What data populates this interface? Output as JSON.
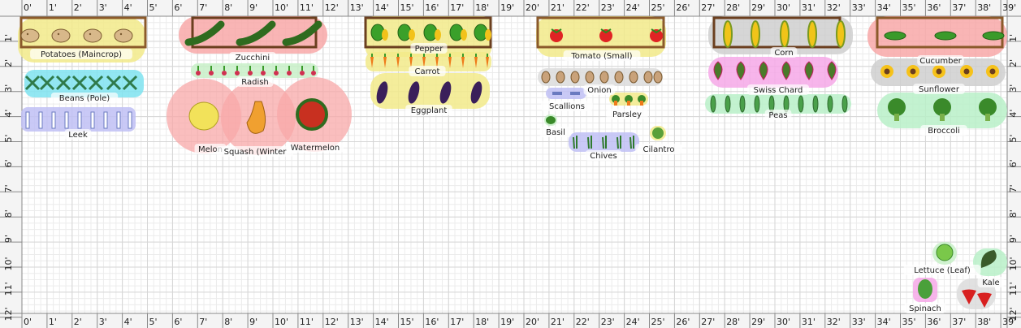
{
  "ruler": {
    "feet_x": [
      "0'",
      "1'",
      "2'",
      "3'",
      "4'",
      "5'",
      "6'",
      "7'",
      "8'",
      "9'",
      "10'",
      "11'",
      "12'",
      "13'",
      "14'",
      "15'",
      "16'",
      "17'",
      "18'",
      "19'",
      "20'",
      "21'",
      "22'",
      "23'",
      "24'",
      "25'",
      "26'",
      "27'",
      "28'",
      "29'",
      "30'",
      "31'",
      "32'",
      "33'",
      "34'",
      "35'",
      "36'",
      "37'",
      "38'",
      "39'"
    ],
    "feet_y": [
      "1'",
      "2'",
      "3'",
      "4'",
      "5'",
      "6'",
      "7'",
      "8'",
      "9'",
      "10'",
      "11'",
      "12'"
    ]
  },
  "beds": [
    {
      "name": "bed-potatoes",
      "color": "#8b5a2b"
    },
    {
      "name": "bed-zucchini",
      "color": "#6b3f1f"
    },
    {
      "name": "bed-pepper",
      "color": "#6b3f1f"
    },
    {
      "name": "bed-tomato",
      "color": "#8b5a2b"
    },
    {
      "name": "bed-corn",
      "color": "#6b3f1f"
    },
    {
      "name": "bed-cucumber",
      "color": "#8b5a2b"
    }
  ],
  "plants": [
    {
      "id": "potatoes",
      "label": "Potatoes (Maincrop)",
      "icon": "potato-icon",
      "area": "#f2ea8a"
    },
    {
      "id": "zucchini",
      "label": "Zucchini",
      "icon": "zucchini-icon",
      "area": "#f8a8a8"
    },
    {
      "id": "pepper",
      "label": "Pepper",
      "icon": "pepper-icon",
      "area": "#f2ea8a"
    },
    {
      "id": "tomato",
      "label": "Tomato (Small)",
      "icon": "tomato-icon",
      "area": "#f2ea8a"
    },
    {
      "id": "corn",
      "label": "Corn",
      "icon": "corn-icon",
      "area": "#cfcfcf"
    },
    {
      "id": "cucumber",
      "label": "Cucumber",
      "icon": "cucumber-icon",
      "area": "#f8a8a8"
    },
    {
      "id": "beans",
      "label": "Beans (Pole)",
      "icon": "bean-icon",
      "area": "#7fe3f0"
    },
    {
      "id": "radish",
      "label": "Radish",
      "icon": "radish-icon",
      "area": "#c8f0c8"
    },
    {
      "id": "carrot",
      "label": "Carrot",
      "icon": "carrot-icon",
      "area": "#f2ea8a"
    },
    {
      "id": "onion",
      "label": "Onion",
      "icon": "onion-icon",
      "area": "#dcdcdc"
    },
    {
      "id": "swiss-chard",
      "label": "Swiss Chard",
      "icon": "chard-icon",
      "area": "#f6a8e8"
    },
    {
      "id": "sunflower",
      "label": "Sunflower",
      "icon": "sunflower-icon",
      "area": "#cfcfcf"
    },
    {
      "id": "leek",
      "label": "Leek",
      "icon": "leek-icon",
      "area": "#c0c0f4"
    },
    {
      "id": "eggplant",
      "label": "Eggplant",
      "icon": "eggplant-icon",
      "area": "#f2ea8a"
    },
    {
      "id": "scallions",
      "label": "Scallions",
      "icon": "scallion-icon",
      "area": "#c0c0f4"
    },
    {
      "id": "parsley",
      "label": "Parsley",
      "icon": "parsley-icon",
      "area": "#f2ea8a"
    },
    {
      "id": "peas",
      "label": "Peas",
      "icon": "peas-icon",
      "area": "#b8f0c8"
    },
    {
      "id": "broccoli",
      "label": "Broccoli",
      "icon": "broccoli-icon",
      "area": "#b8f0c8"
    },
    {
      "id": "melon",
      "label": "Melon",
      "icon": "melon-icon",
      "area": "#f8a8a8"
    },
    {
      "id": "squash",
      "label": "Squash (Winter",
      "icon": "squash-icon",
      "area": "#f8a8a8"
    },
    {
      "id": "watermelon",
      "label": "Watermelon",
      "icon": "watermelon-icon",
      "area": "#f8a8a8"
    },
    {
      "id": "basil",
      "label": "Basil",
      "icon": "basil-icon",
      "area": "#c8f0c8"
    },
    {
      "id": "chives",
      "label": "Chives",
      "icon": "chives-icon",
      "area": "#c0c0f4"
    },
    {
      "id": "cilantro",
      "label": "Cilantro",
      "icon": "cilantro-icon",
      "area": "#f2ea8a"
    },
    {
      "id": "lettuce",
      "label": "Lettuce (Leaf)",
      "icon": "lettuce-icon",
      "area": "#c8f0c8"
    },
    {
      "id": "kale",
      "label": "Kale",
      "icon": "kale-icon",
      "area": "#b8f0c8"
    },
    {
      "id": "spinach",
      "label": "Spinach",
      "icon": "spinach-icon",
      "area": "#f6a8e8"
    },
    {
      "id": "strawberry",
      "label": "",
      "icon": "strawberry-icon",
      "area": "#dcdcdc"
    }
  ],
  "colors": {
    "grid_minor": "#ececec",
    "grid_major": "#d6d6d6",
    "ruler_bg": "#f4f4f4",
    "ruler_line": "#888888"
  }
}
